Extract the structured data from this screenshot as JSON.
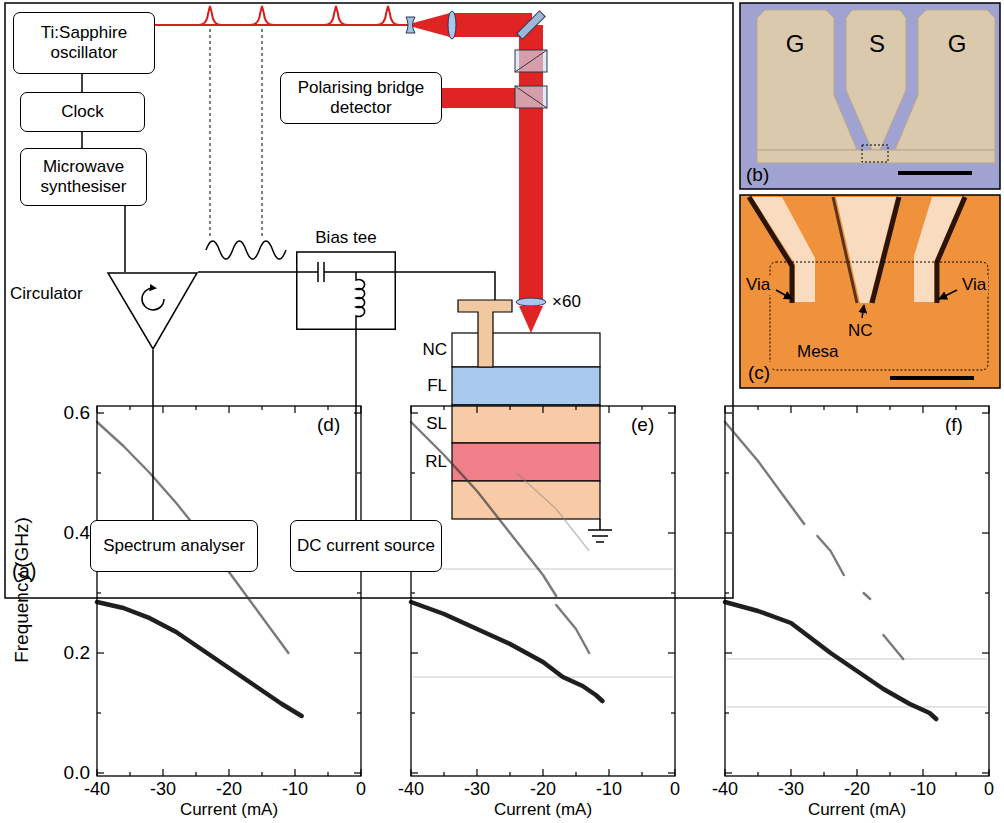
{
  "diagram": {
    "nodes": [
      {
        "text": [
          "Ti:Sapphire oscillator"
        ]
      },
      {
        "text": [
          "Clock"
        ]
      },
      {
        "text": [
          "Microwave synthesiser"
        ]
      },
      {
        "text": [
          "Polarising bridge detector"
        ]
      },
      {
        "text": [
          "Circulator"
        ]
      },
      {
        "text": [
          "Bias tee"
        ]
      },
      {
        "text": [
          "Spectrum analyser"
        ]
      },
      {
        "text": [
          "DC current source"
        ]
      }
    ],
    "edges": [
      {
        "from": 0,
        "to": 1,
        "arrow": "none"
      },
      {
        "from": 1,
        "to": 2,
        "arrow": "none"
      },
      {
        "from": 2,
        "to": 4,
        "arrow": "none"
      },
      {
        "from": 4,
        "to": 5,
        "arrow": "none"
      },
      {
        "from": 4,
        "to": 6,
        "arrow": "none"
      },
      {
        "from": 5,
        "to": 7,
        "arrow": "none"
      }
    ],
    "labels": [
      "(a)",
      "×60",
      "NC",
      "FL",
      "SL",
      "RL",
      "G",
      "S",
      "G",
      "(b)",
      "Via",
      "Via",
      "Mesa",
      "NC",
      "(c)",
      "Frequency (GHz)",
      "0.6",
      "0.4",
      "0.2",
      "0.0",
      "(d)",
      "(e)",
      "(f)",
      "-40",
      "-30",
      "-20",
      "-10",
      "0",
      "-40",
      "-30",
      "-20",
      "-10",
      "0",
      "-40",
      "-30",
      "-20",
      "-10",
      "0",
      "Current (mA)",
      "Current (mA)",
      "Current (mA)"
    ]
  }
}
